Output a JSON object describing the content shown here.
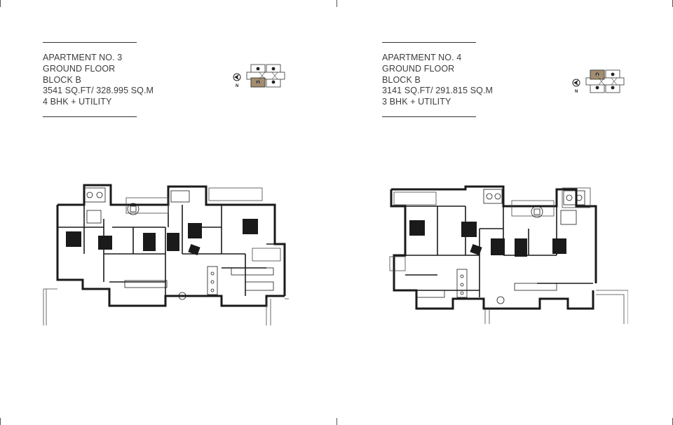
{
  "page": {
    "apartments": [
      {
        "id": "apartment-3",
        "title": "APARTMENT NO. 3",
        "floor": "GROUND FLOOR",
        "block": "BLOCK B",
        "area": "3541 SQ.FT/ 328.995 SQ.M",
        "config": "4 BHK + UTILITY",
        "keyplan_north": "N",
        "keyplan_highlight": "3"
      },
      {
        "id": "apartment-4",
        "title": "APARTMENT NO. 4",
        "floor": "GROUND FLOOR",
        "block": "BLOCK B",
        "area": "3141 SQ.FT/ 291.815 SQ.M",
        "config": "3 BHK + UTILITY",
        "keyplan_north": "N",
        "keyplan_highlight": "4"
      }
    ],
    "colors": {
      "text": "#3c3c3c",
      "wall": "#1a1a1a",
      "highlight": "#a38d6d"
    }
  }
}
